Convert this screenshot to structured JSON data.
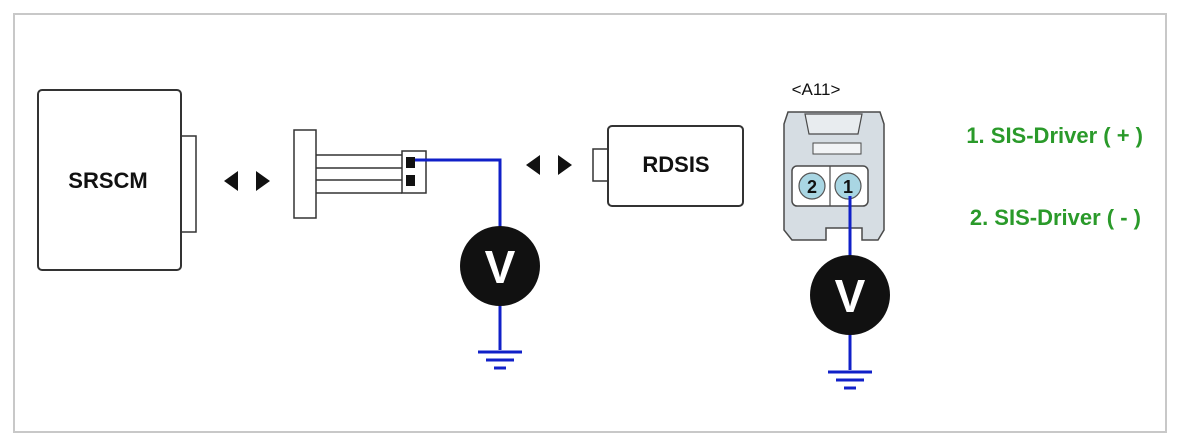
{
  "modules": {
    "srscm": "SRSCM",
    "rdsis": "RDSIS"
  },
  "connector": {
    "id": "<A11>",
    "pin1": "1",
    "pin2": "2"
  },
  "pins": {
    "pin1_label": "1. SIS-Driver ( + )",
    "pin2_label": "2. SIS-Driver ( - )"
  },
  "meters": {
    "symbol": "V"
  },
  "colors": {
    "wire": "#1020c8",
    "label_green": "#2a9a2a",
    "connector_fill": "#d6dde3",
    "pin_fill": "#a9d6e3",
    "frame": "#c8c8c8"
  }
}
